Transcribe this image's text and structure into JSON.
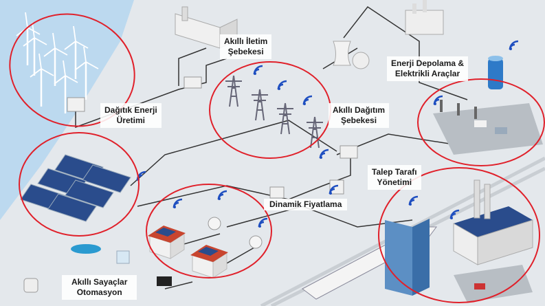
{
  "labels": {
    "transmission": [
      "Akıllı İletim",
      "Şebekesi"
    ],
    "storage": [
      "Enerji Depolama &",
      "Elektrikli Araçlar"
    ],
    "distributed": [
      "Dağıtık Enerji",
      "Üretimi"
    ],
    "distribution": [
      "Akıllı Dağıtım",
      "Şebekesi"
    ],
    "demand": [
      "Talep Tarafı",
      "Yönetimi"
    ],
    "pricing": "Dinamik Fiyatlama",
    "meters": [
      "Akıllı Sayaçlar",
      "Otomasyon"
    ]
  },
  "colors": {
    "highlight": "#e0202a",
    "water": "#bcd9ef",
    "ground": "#e4e8ec",
    "wifi": "#1f4fc0",
    "solar": "#2a4c8c",
    "roof": "#c8452f"
  }
}
